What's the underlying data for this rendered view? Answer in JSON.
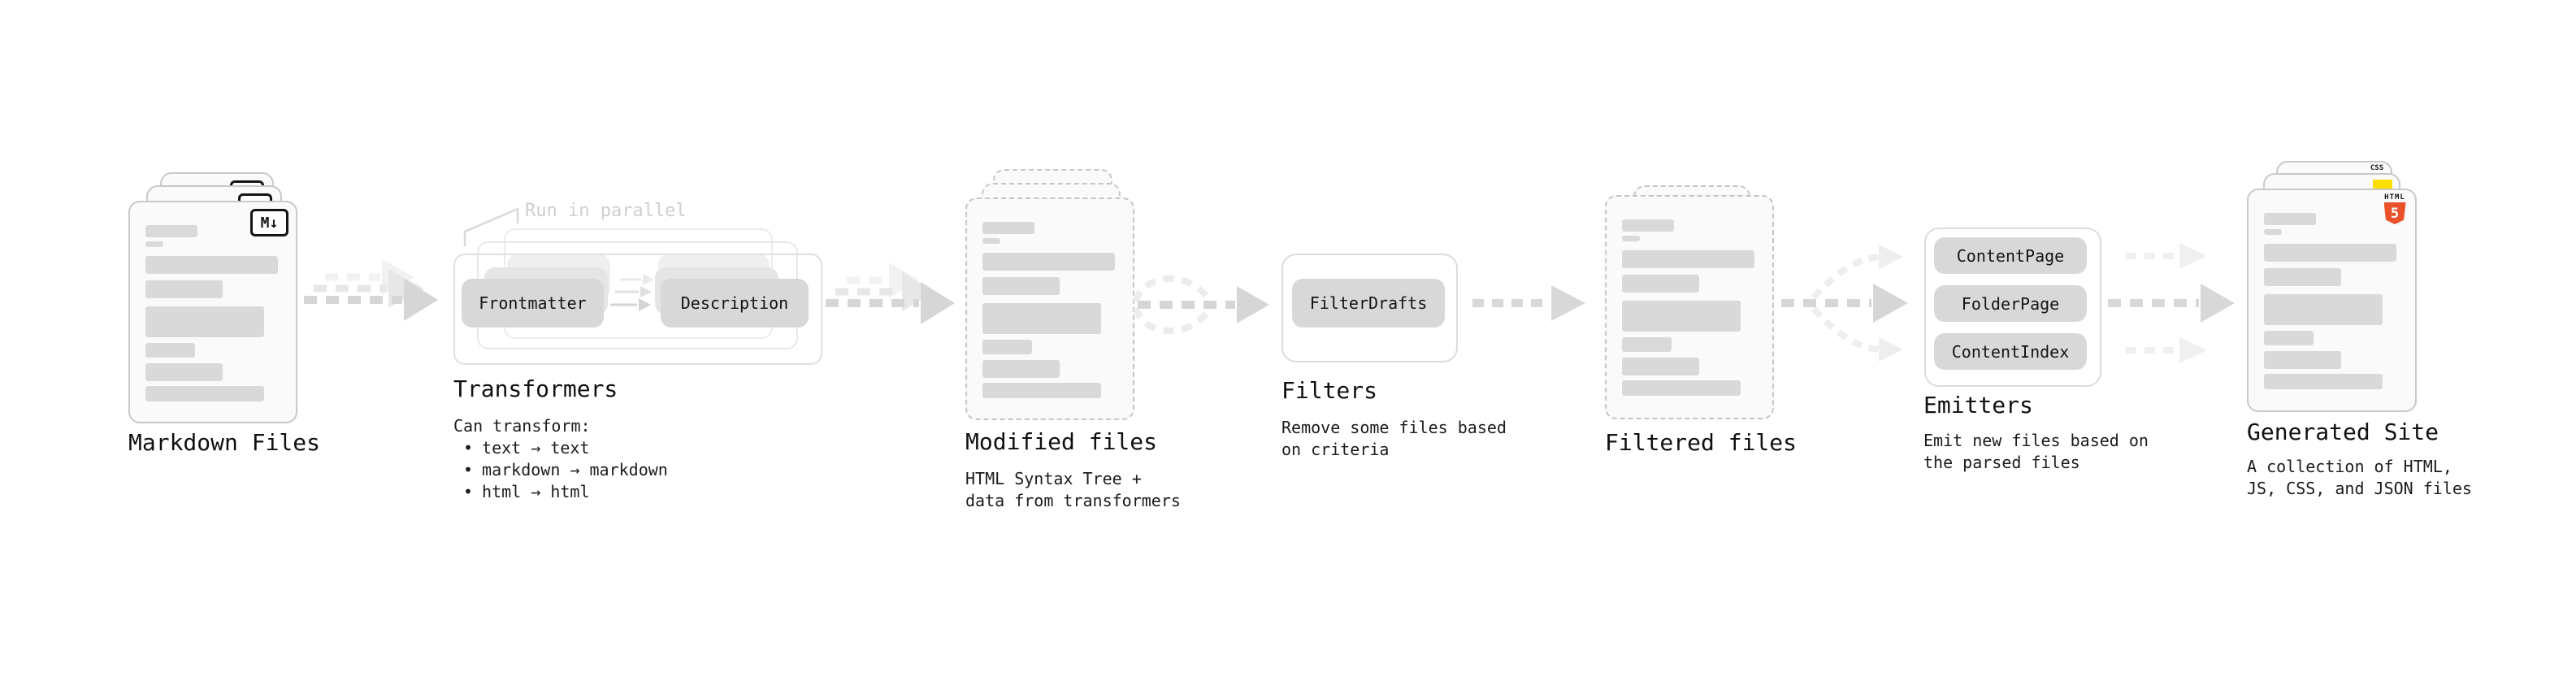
{
  "diagram": {
    "bullet_char": "•",
    "stations": {
      "markdown_files": {
        "title": "Markdown Files",
        "file_icon_label": "M↓"
      },
      "transformers": {
        "title": "Transformers",
        "annotation": "Run in parallel",
        "pills": [
          "Frontmatter",
          "Description"
        ],
        "notes_heading": "Can transform:",
        "bullets": [
          "text → text",
          "markdown → markdown",
          "html → html"
        ]
      },
      "modified_files": {
        "title": "Modified files",
        "description_lines": [
          "HTML Syntax Tree +",
          "data from transformers"
        ]
      },
      "filters": {
        "title": "Filters",
        "pills": [
          "FilterDrafts"
        ],
        "description_lines": [
          "Remove some files based",
          "on criteria"
        ]
      },
      "filtered_files": {
        "title": "Filtered files"
      },
      "emitters": {
        "title": "Emitters",
        "pills": [
          "ContentPage",
          "FolderPage",
          "ContentIndex"
        ],
        "description_lines": [
          "Emit new files based on",
          "the parsed files"
        ]
      },
      "generated_site": {
        "title": "Generated Site",
        "description_lines": [
          "A collection of HTML,",
          "JS, CSS, and JSON files"
        ],
        "badges": {
          "css_label": "CSS",
          "html_label": "HTML",
          "html_number": "5"
        }
      }
    },
    "colors": {
      "html5_orange": "#e8512a",
      "js_yellow": "#ffdf00",
      "css_blue": "#2d6bf0"
    }
  }
}
